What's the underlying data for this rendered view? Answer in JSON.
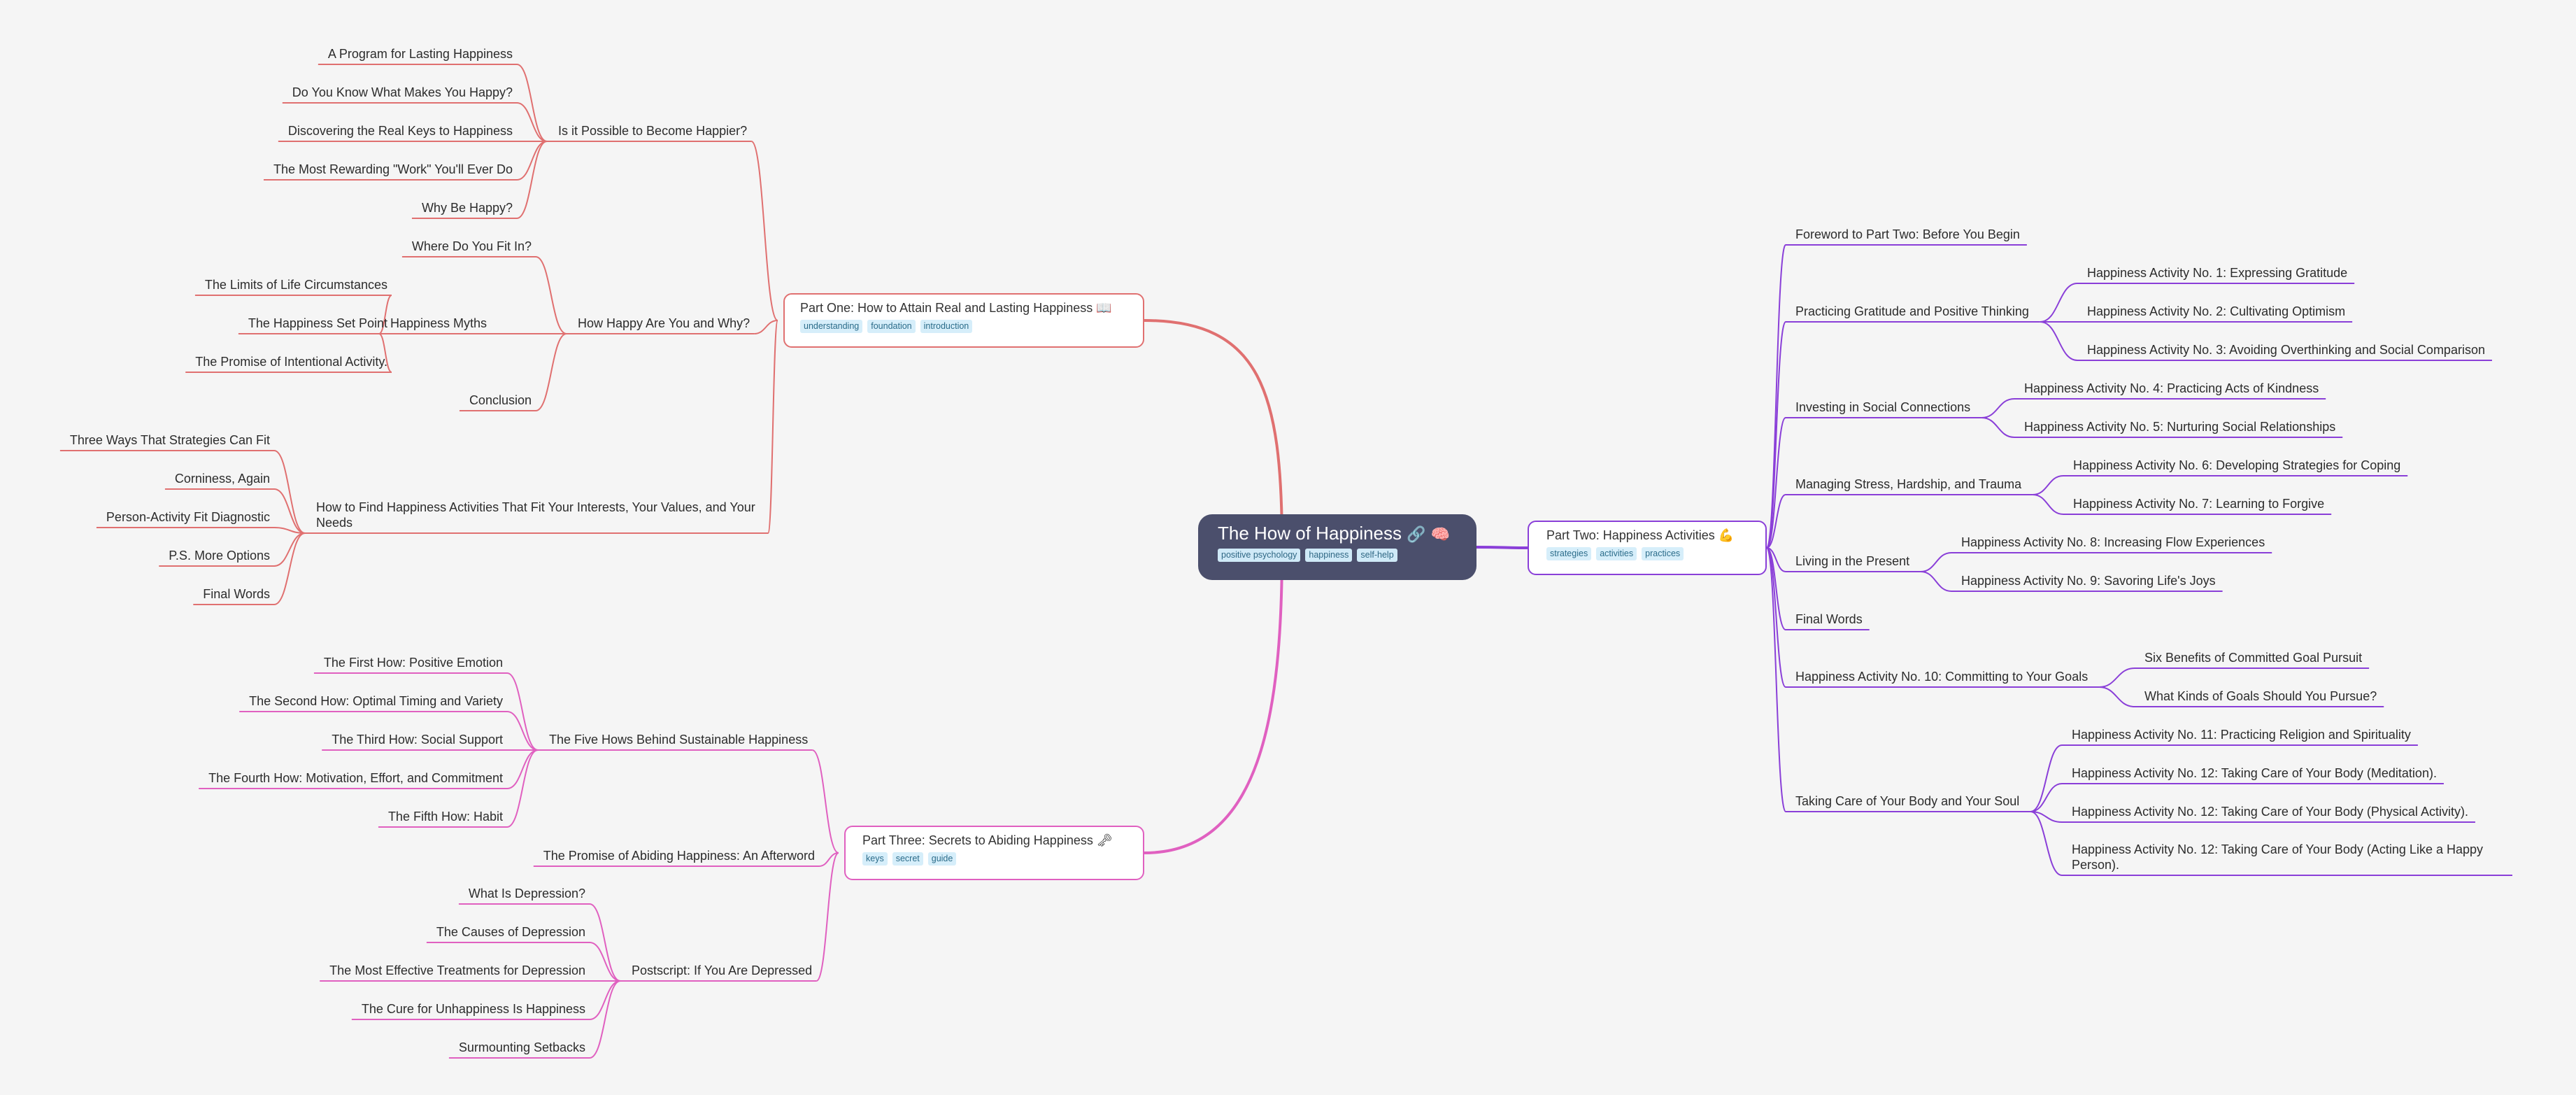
{
  "root": {
    "title": "The How of Happiness",
    "icons": [
      "link-icon",
      "brain-icon"
    ],
    "tags": [
      "positive psychology",
      "happiness",
      "self-help"
    ]
  },
  "colors": {
    "part_one": "#e07070",
    "part_two": "#8a3fd8",
    "part_three": "#e060c0",
    "root_bg": "#4b4f6c",
    "background": "#f5f5f5",
    "tag_bg": "#d6eefa"
  },
  "part_one": {
    "title": "Part One: How to Attain Real and Lasting Happiness",
    "icon": "book-icon",
    "tags": [
      "understanding",
      "foundation",
      "introduction"
    ],
    "sections": [
      {
        "label": "Is it Possible to Become Happier?",
        "children": [
          "A Program for Lasting Happiness",
          "Do You Know What Makes You Happy?",
          "Discovering the Real Keys to Happiness",
          "The Most Rewarding \"Work\" You'll Ever Do",
          "Why Be Happy?"
        ]
      },
      {
        "label": "How Happy Are You and Why?",
        "children": [
          "Where Do You Fit In?",
          "Happiness Myths",
          "Conclusion"
        ],
        "myths": [
          "The Limits of Life Circumstances",
          "The Happiness Set Point",
          "The Promise of Intentional Activity."
        ]
      },
      {
        "label": "How to Find Happiness Activities That Fit Your Interests, Your Values, and Your Needs",
        "children": [
          "Three Ways That Strategies Can Fit",
          "Corniness, Again",
          "Person-Activity Fit Diagnostic",
          "P.S. More Options",
          "Final Words"
        ]
      }
    ]
  },
  "part_two": {
    "title": "Part Two: Happiness Activities",
    "icon": "flexed-biceps-icon",
    "tags": [
      "strategies",
      "activities",
      "practices"
    ],
    "sections": [
      {
        "label": "Foreword to Part Two: Before You Begin",
        "children": []
      },
      {
        "label": "Practicing Gratitude and Positive Thinking",
        "children": [
          "Happiness Activity No. 1: Expressing Gratitude",
          "Happiness Activity No. 2: Cultivating Optimism",
          "Happiness Activity No. 3: Avoiding Overthinking and Social Comparison"
        ]
      },
      {
        "label": "Investing in Social Connections",
        "children": [
          "Happiness Activity No. 4: Practicing Acts of Kindness",
          "Happiness Activity No. 5: Nurturing Social Relationships"
        ]
      },
      {
        "label": "Managing Stress, Hardship, and Trauma",
        "children": [
          "Happiness Activity No. 6: Developing Strategies for Coping",
          "Happiness Activity No. 7: Learning to Forgive"
        ]
      },
      {
        "label": "Living in the Present",
        "children": [
          "Happiness Activity No. 8: Increasing Flow Experiences",
          "Happiness Activity No. 9: Savoring Life's Joys"
        ]
      },
      {
        "label": "Final Words",
        "children": []
      },
      {
        "label": "Happiness Activity No. 10: Committing to Your Goals",
        "children": [
          "Six Benefits of Committed Goal Pursuit",
          "What Kinds of Goals Should You Pursue?"
        ]
      },
      {
        "label": "Taking Care of Your Body and Your Soul",
        "children": [
          "Happiness Activity No. 11: Practicing Religion and Spirituality",
          "Happiness Activity No. 12: Taking Care of Your Body (Meditation).",
          "Happiness Activity No. 12: Taking Care of Your Body (Physical Activity).",
          "Happiness Activity No. 12: Taking Care of Your Body (Acting Like a Happy Person)."
        ]
      }
    ]
  },
  "part_three": {
    "title": "Part Three: Secrets to Abiding Happiness",
    "icon": "key-icon",
    "tags": [
      "keys",
      "secret",
      "guide"
    ],
    "sections": [
      {
        "label": "The Five Hows Behind Sustainable Happiness",
        "children": [
          "The First How: Positive Emotion",
          "The Second How: Optimal Timing and Variety",
          "The Third How: Social Support",
          "The Fourth How: Motivation, Effort, and Commitment",
          "The Fifth How: Habit"
        ]
      },
      {
        "label": "The Promise of Abiding Happiness: An Afterword",
        "children": []
      },
      {
        "label": "Postscript: If You Are Depressed",
        "children": [
          "What Is Depression?",
          "The Causes of Depression",
          "The Most Effective Treatments for Depression",
          "The Cure for Unhappiness Is Happiness",
          "Surmounting Setbacks"
        ]
      }
    ]
  }
}
